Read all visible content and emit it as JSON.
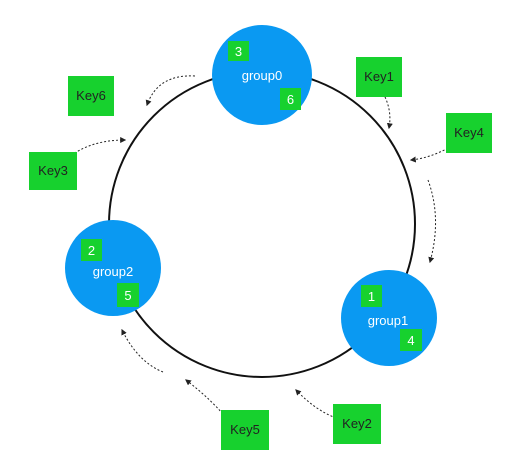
{
  "colors": {
    "node_fill": "#0a99f2",
    "badge_fill": "#17d12e",
    "ring_stroke": "#111111"
  },
  "nodes": [
    {
      "id": "group0",
      "label": "group0",
      "badges": [
        "3",
        "6"
      ]
    },
    {
      "id": "group1",
      "label": "group1",
      "badges": [
        "1",
        "4"
      ]
    },
    {
      "id": "group2",
      "label": "group2",
      "badges": [
        "2",
        "5"
      ]
    }
  ],
  "keys": [
    {
      "id": "key1",
      "label": "Key1"
    },
    {
      "id": "key2",
      "label": "Key2"
    },
    {
      "id": "key3",
      "label": "Key3"
    },
    {
      "id": "key4",
      "label": "Key4"
    },
    {
      "id": "key5",
      "label": "Key5"
    },
    {
      "id": "key6",
      "label": "Key6"
    }
  ]
}
